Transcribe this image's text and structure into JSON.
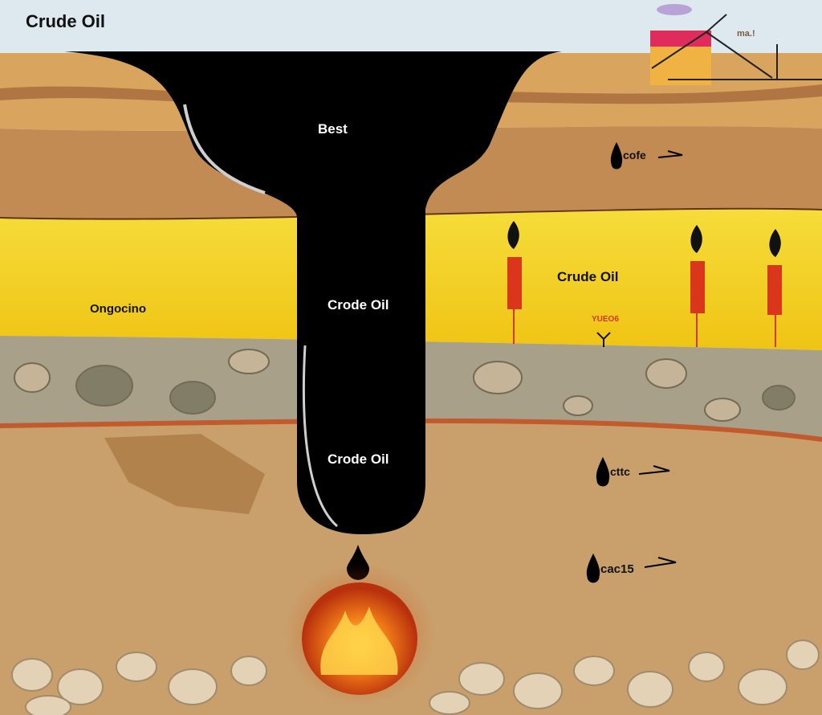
{
  "title": "Crude Oil",
  "labels": {
    "reservoir_top": "Best",
    "reservoir_mid": "Crode Oil",
    "reservoir_bottom": "Crode Oil",
    "yellow_right": "Crude Oil",
    "yellow_left": "Ongocino",
    "red_marker": "YUEO6",
    "drop_cofe": "cofe",
    "drop_cttc": "cttc",
    "drop_cac15": "cac15",
    "rig_note": "ma.!"
  },
  "colors": {
    "sky": "#dde8ef",
    "topsoil": "#d8a45c",
    "brown_layer": "#c08a50",
    "yellow_layer": "#f2d21a",
    "rock_layer": "#a9a08a",
    "deep_layer": "#c9a06c",
    "oil": "#000000",
    "fire": "#f07a18",
    "marker_red": "#d9361c"
  }
}
